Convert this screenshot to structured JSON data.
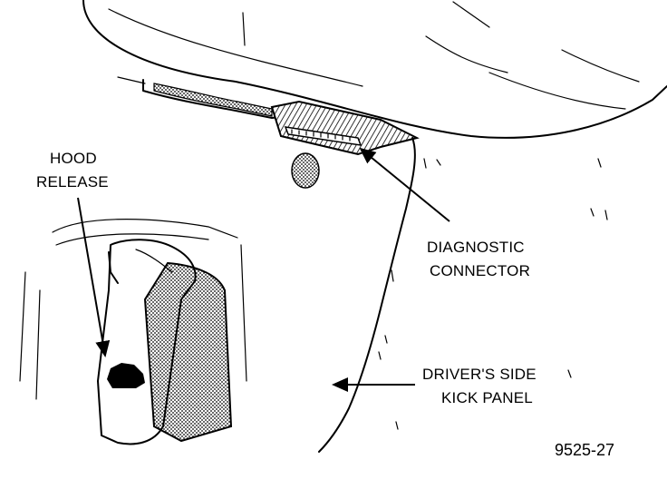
{
  "labels": {
    "hood_release_line1": "HOOD",
    "hood_release_line2": "RELEASE",
    "diagnostic_line1": "DIAGNOSTIC",
    "diagnostic_line2": "CONNECTOR",
    "kick_panel_line1": "DRIVER'S SIDE",
    "kick_panel_line2": "KICK PANEL"
  },
  "figure_number": "9525-27",
  "colors": {
    "ink": "#000000",
    "paper": "#ffffff"
  }
}
